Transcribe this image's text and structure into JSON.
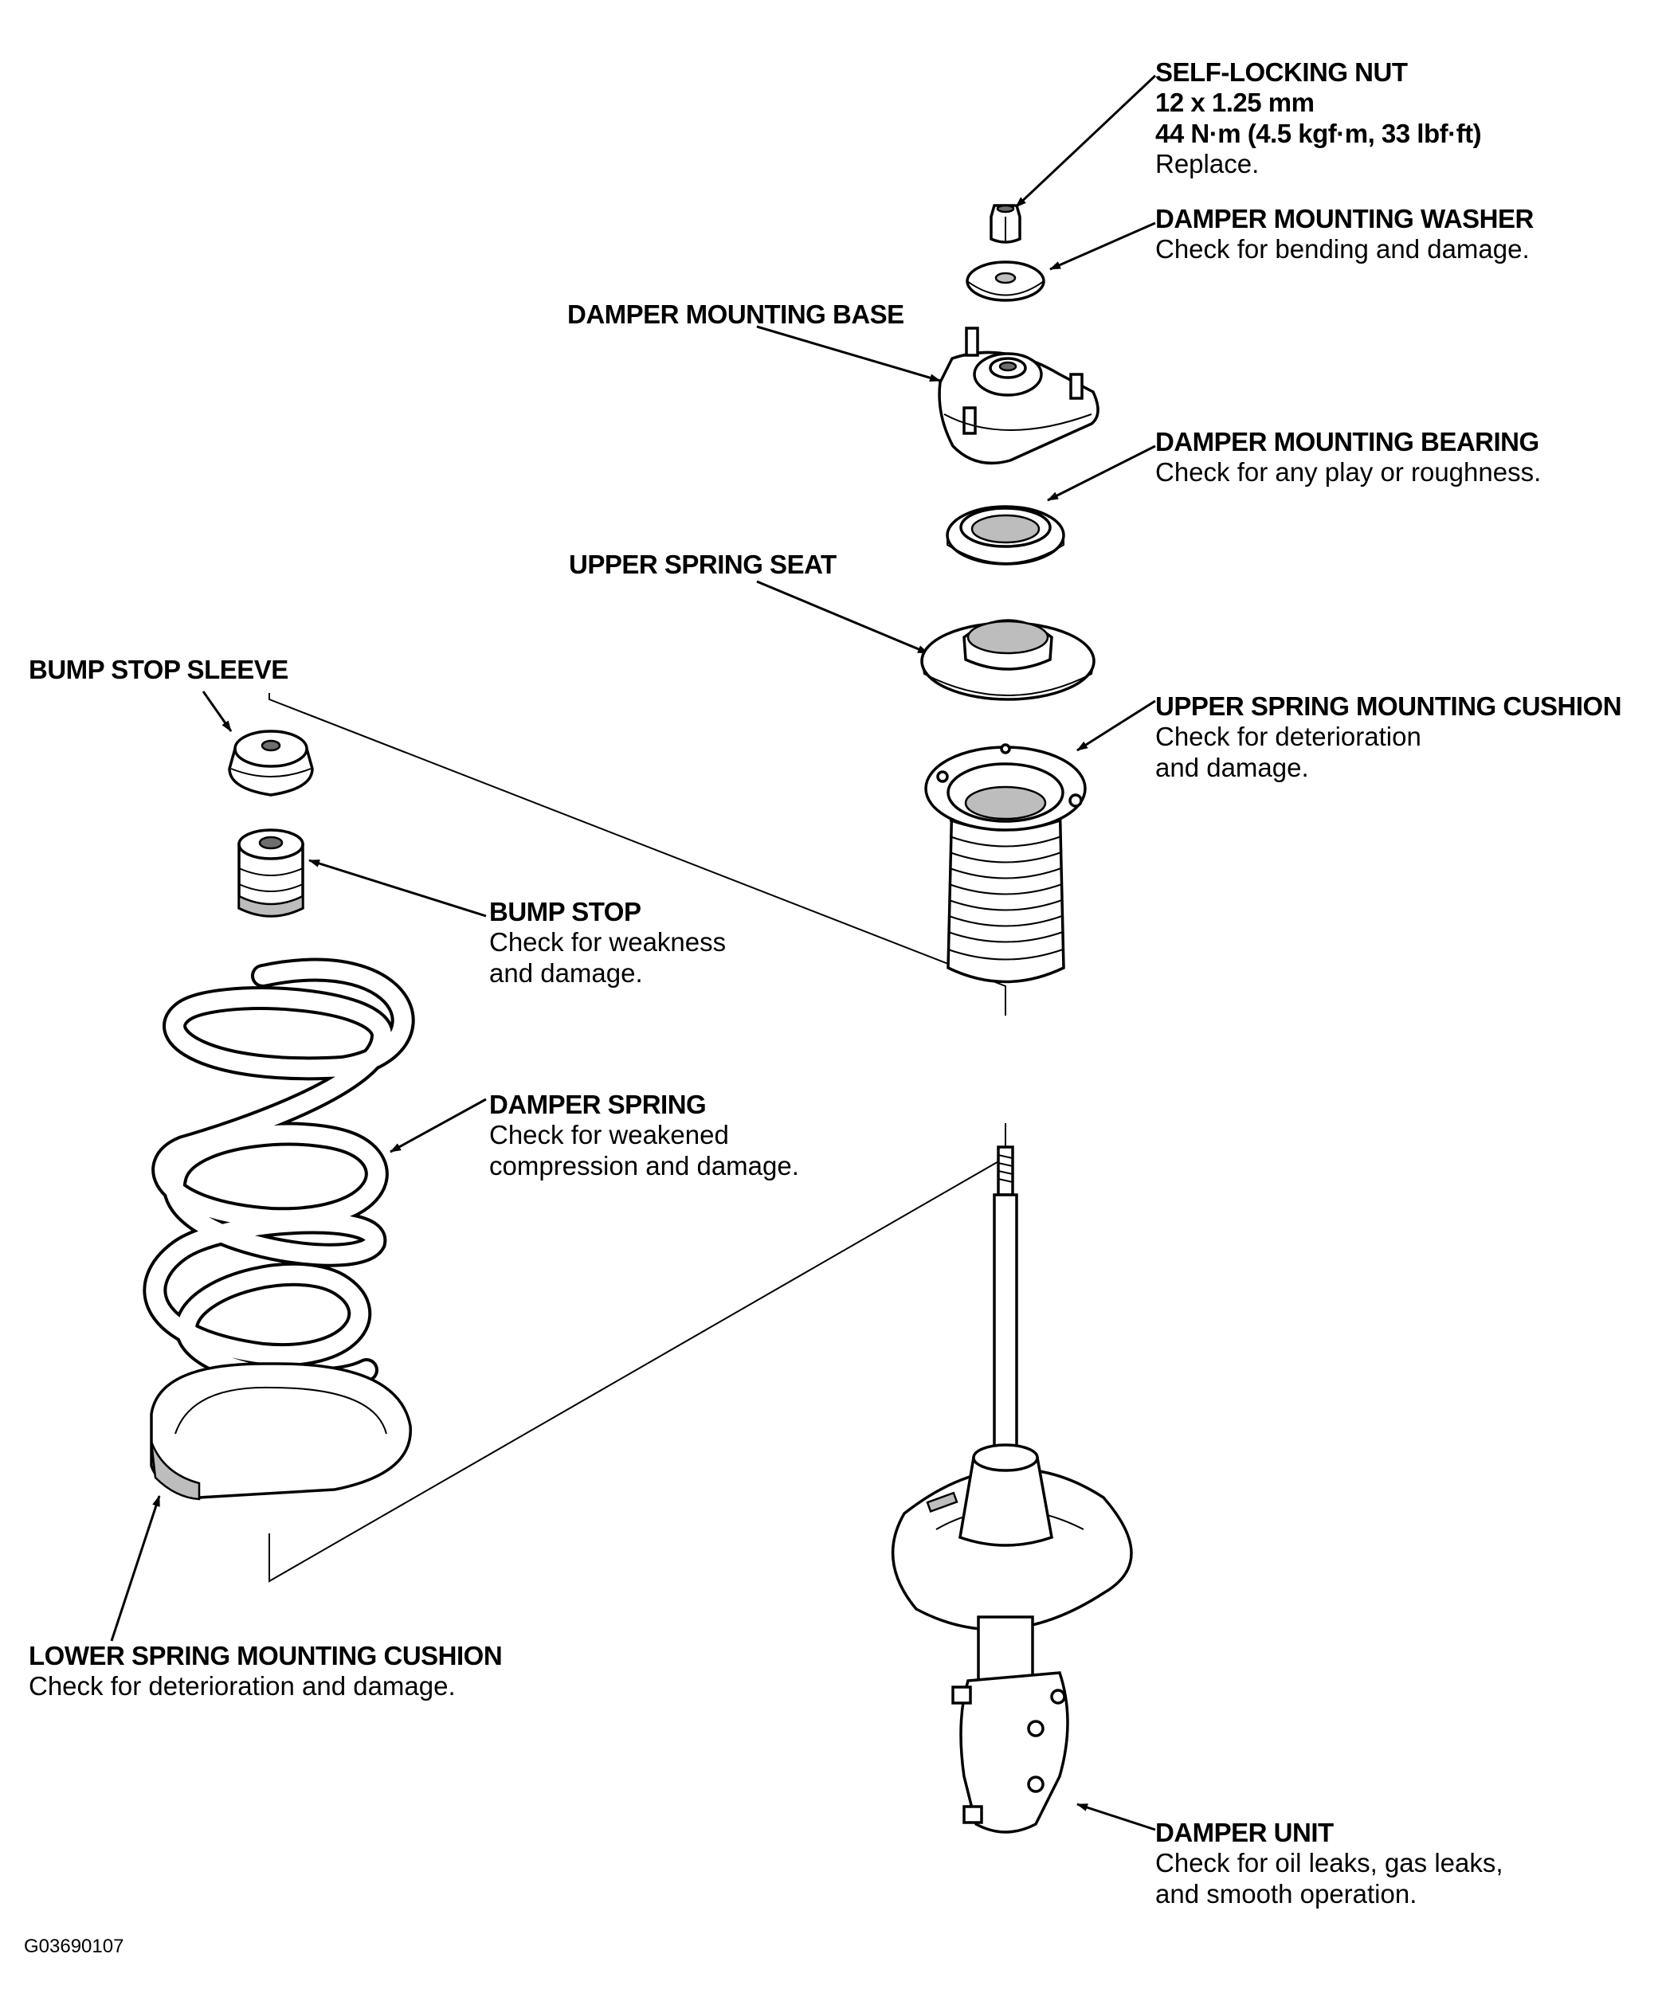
{
  "figure_id": "G03690107",
  "callouts": {
    "self_locking_nut": {
      "title": "SELF-LOCKING NUT",
      "lines": [
        "12 x 1.25 mm",
        "44 N·m (4.5 kgf·m, 33 lbf·ft)"
      ],
      "note": "Replace."
    },
    "damper_mounting_washer": {
      "title": "DAMPER MOUNTING WASHER",
      "note": "Check for bending and damage."
    },
    "damper_mounting_base": {
      "title": "DAMPER MOUNTING BASE"
    },
    "damper_mounting_bearing": {
      "title": "DAMPER MOUNTING BEARING",
      "note": "Check for any play or roughness."
    },
    "upper_spring_seat": {
      "title": "UPPER SPRING SEAT"
    },
    "bump_stop_sleeve": {
      "title": "BUMP STOP SLEEVE"
    },
    "upper_spring_mounting_cushion": {
      "title": "UPPER SPRING MOUNTING CUSHION",
      "note1": "Check for deterioration",
      "note2": "and damage."
    },
    "bump_stop": {
      "title": "BUMP STOP",
      "note1": "Check for weakness",
      "note2": "and damage."
    },
    "damper_spring": {
      "title": "DAMPER SPRING",
      "note1": "Check for weakened",
      "note2": "compression and damage."
    },
    "lower_spring_mounting_cushion": {
      "title": "LOWER SPRING MOUNTING CUSHION",
      "note": "Check for deterioration and damage."
    },
    "damper_unit": {
      "title": "DAMPER UNIT",
      "note1": "Check for oil leaks, gas leaks,",
      "note2": "and smooth operation."
    }
  }
}
